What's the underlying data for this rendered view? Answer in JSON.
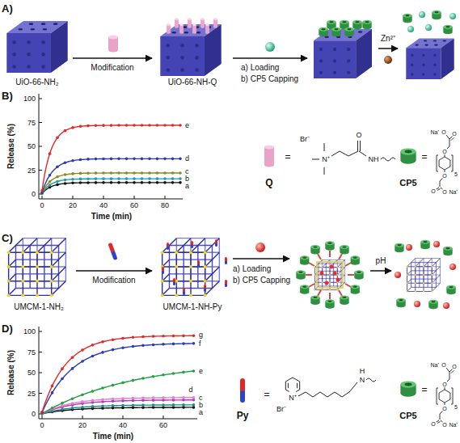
{
  "diagram": {
    "nodes": [
      {
        "text": [
          "UiO-66-NH₂"
        ]
      },
      {
        "text": [
          "UiO-66-NH-Q"
        ]
      },
      {
        "text": []
      },
      {
        "text": []
      },
      {
        "text": [
          "UMCM-1-NH₂"
        ]
      },
      {
        "text": [
          "UMCM-1-NH-Py"
        ]
      },
      {
        "text": []
      },
      {
        "text": []
      }
    ],
    "edges": [
      {
        "from": 0,
        "to": 1,
        "arrow": "to",
        "label": "Modification"
      },
      {
        "from": 1,
        "to": 2,
        "arrow": "to"
      },
      {
        "from": 2,
        "to": 3,
        "arrow": "to",
        "label": "Zn²⁺"
      },
      {
        "from": 4,
        "to": 5,
        "arrow": "to",
        "label": "Modification"
      },
      {
        "from": 5,
        "to": 6,
        "arrow": "to"
      },
      {
        "from": 6,
        "to": 7,
        "arrow": "to",
        "label": "pH"
      }
    ],
    "labels": [
      "A)",
      "a) Loading",
      "b) CP5 Capping",
      "B)",
      "Release (%)",
      "100",
      "75",
      "50",
      "25",
      "0",
      "0",
      "20",
      "40",
      "60",
      "80",
      "Time (min)",
      "a",
      "b",
      "c",
      "d",
      "e",
      "Q",
      "=",
      "Br⁻",
      "N⁺",
      "O",
      "NH",
      "CP5",
      "=",
      "Na⁺",
      "O",
      "O",
      "O",
      "O",
      "O",
      "O",
      "Na⁺",
      "5",
      "C)",
      "a) Loading",
      "b) CP5 Capping",
      "D)",
      "Release (%)",
      "100",
      "75",
      "50",
      "25",
      "0",
      "0",
      "20",
      "40",
      "60",
      "Time (min)",
      "a",
      "b",
      "c",
      "d",
      "e",
      "f",
      "g",
      "Py",
      "=",
      "N⁺",
      "Br⁻",
      "H",
      "N",
      "CP5",
      "=",
      "Na⁺",
      "O",
      "O",
      "O",
      "O",
      "O",
      "O",
      "Na⁺",
      "5"
    ]
  }
}
